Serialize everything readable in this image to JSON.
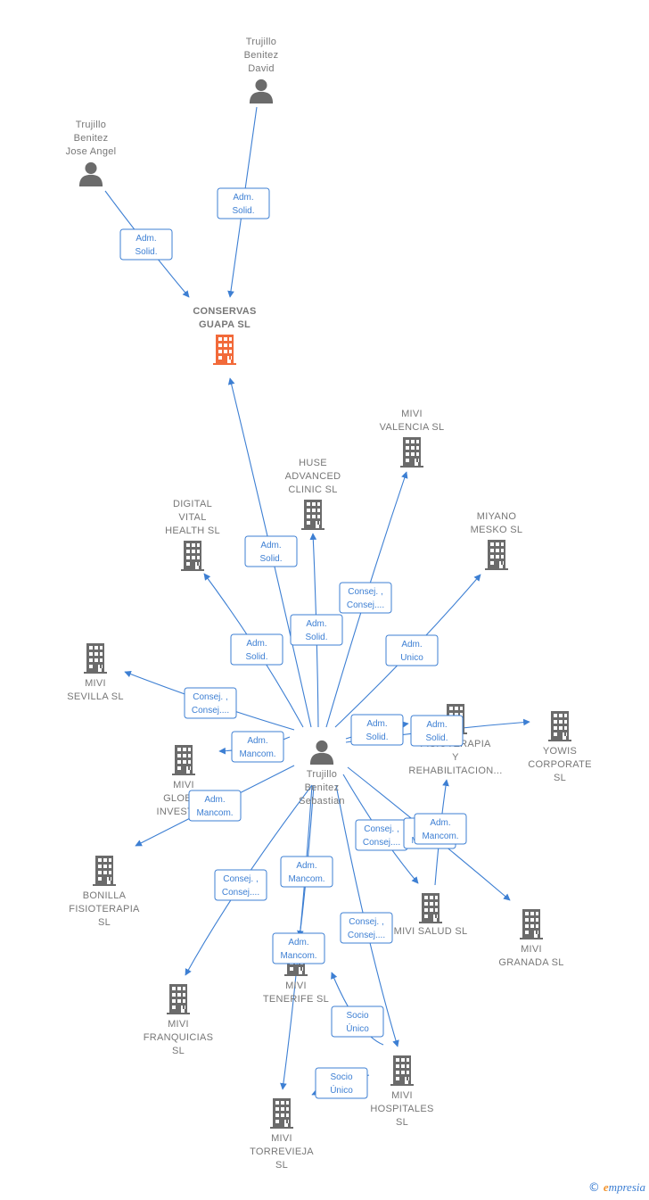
{
  "colors": {
    "edge": "#3d7fd3",
    "node_gray": "#6b6b6b",
    "node_highlight": "#f26a3a",
    "label": "#777777"
  },
  "nodes": [
    {
      "id": "david",
      "type": "person",
      "lines": [
        "Trujillo",
        "Benitez",
        "David"
      ]
    },
    {
      "id": "jose",
      "type": "person",
      "lines": [
        "Trujillo",
        "Benitez",
        "Jose Angel"
      ]
    },
    {
      "id": "conservas",
      "type": "company",
      "highlight": true,
      "lines": [
        "CONSERVAS",
        "GUAPA  SL"
      ]
    },
    {
      "id": "valencia",
      "type": "company",
      "lines": [
        "MIVI",
        "VALENCIA  SL"
      ]
    },
    {
      "id": "huse",
      "type": "company",
      "lines": [
        "HUSE",
        "ADVANCED",
        "CLINIC  SL"
      ]
    },
    {
      "id": "digital",
      "type": "company",
      "lines": [
        "DIGITAL",
        "VITAL",
        "HEALTH  SL"
      ]
    },
    {
      "id": "miyano",
      "type": "company",
      "lines": [
        "MIYANO",
        "MESKO  SL"
      ]
    },
    {
      "id": "sevilla",
      "type": "company",
      "lines": [
        "MIVI",
        "SEVILLA  SL"
      ]
    },
    {
      "id": "fisio",
      "type": "company",
      "lines": [
        "FISIOTERAPIA",
        "Y",
        "REHABILITACION..."
      ]
    },
    {
      "id": "yowis",
      "type": "company",
      "lines": [
        "YOWIS",
        "CORPORATE",
        "SL"
      ]
    },
    {
      "id": "sebastian",
      "type": "person",
      "lines": [
        "Trujillo",
        "Benitez",
        "Sebastian"
      ]
    },
    {
      "id": "global",
      "type": "company",
      "lines": [
        "MIVI",
        "GLOBAL",
        "INVESTM..."
      ]
    },
    {
      "id": "bonilla",
      "type": "company",
      "lines": [
        "BONILLA",
        "FISIOTERAPIA",
        "SL"
      ]
    },
    {
      "id": "salud",
      "type": "company",
      "lines": [
        "MIVI SALUD  SL"
      ]
    },
    {
      "id": "granada",
      "type": "company",
      "lines": [
        "MIVI",
        "GRANADA  SL"
      ]
    },
    {
      "id": "tenerife",
      "type": "company",
      "lines": [
        "MIVI",
        "TENERIFE  SL"
      ]
    },
    {
      "id": "franquicias",
      "type": "company",
      "lines": [
        "MIVI",
        "FRANQUICIAS",
        "SL"
      ]
    },
    {
      "id": "hospitales",
      "type": "company",
      "lines": [
        "MIVI",
        "HOSPITALES",
        "SL"
      ]
    },
    {
      "id": "torrevieja",
      "type": "company",
      "lines": [
        "MIVI",
        "TORREVIEJA",
        "SL"
      ]
    }
  ],
  "edges": [
    {
      "from": "david",
      "to": "conservas",
      "label": [
        "Adm.",
        "Solid."
      ]
    },
    {
      "from": "jose",
      "to": "conservas",
      "label": [
        "Adm.",
        "Solid."
      ]
    },
    {
      "from": "sebastian",
      "to": "conservas",
      "label": [
        "Adm.",
        "Solid."
      ]
    },
    {
      "from": "sebastian",
      "to": "huse",
      "label": [
        "Adm.",
        "Solid."
      ]
    },
    {
      "from": "sebastian",
      "to": "digital",
      "label": [
        "Adm.",
        "Solid."
      ]
    },
    {
      "from": "sebastian",
      "to": "valencia",
      "label": [
        "Consej. ,",
        "Consej...."
      ]
    },
    {
      "from": "sebastian",
      "to": "miyano",
      "label": [
        "Adm.",
        "Unico"
      ]
    },
    {
      "from": "sebastian",
      "to": "sevilla",
      "label": [
        "Consej. ,",
        "Consej...."
      ]
    },
    {
      "from": "sebastian",
      "to": "global",
      "label": [
        "Adm.",
        "Mancom."
      ]
    },
    {
      "from": "sebastian",
      "to": "bonilla",
      "label": [
        "Adm.",
        "Mancom."
      ]
    },
    {
      "from": "sebastian",
      "to": "fisio",
      "label": [
        "Adm.",
        "Solid."
      ]
    },
    {
      "from": "sebastian",
      "to": "yowis",
      "label": [
        "Adm.",
        "Solid."
      ]
    },
    {
      "from": "sebastian",
      "to": "salud",
      "label": [
        "Consej. ,",
        "Consej...."
      ]
    },
    {
      "from": "sebastian",
      "to": "granada",
      "label": [
        "Adm.",
        "Mancom."
      ]
    },
    {
      "from": "salud",
      "to": "fisio",
      "label": [
        "Adm.",
        "Mancom."
      ]
    },
    {
      "from": "sebastian",
      "to": "franquicias",
      "label": [
        "Consej. ,",
        "Consej...."
      ]
    },
    {
      "from": "sebastian",
      "to": "tenerife",
      "label": [
        "Adm.",
        "Mancom."
      ]
    },
    {
      "from": "sebastian",
      "to": "torrevieja",
      "label": [
        "Adm.",
        "Mancom."
      ]
    },
    {
      "from": "sebastian",
      "to": "hospitales",
      "label": [
        "Consej. ,",
        "Consej...."
      ]
    },
    {
      "from": "hospitales",
      "to": "tenerife",
      "label": [
        "Socio",
        "Único"
      ]
    },
    {
      "from": "hospitales",
      "to": "torrevieja",
      "label": [
        "Socio",
        "Único"
      ]
    }
  ],
  "brand": {
    "copyright": "©",
    "name": "mpresia",
    "initial": "e"
  }
}
